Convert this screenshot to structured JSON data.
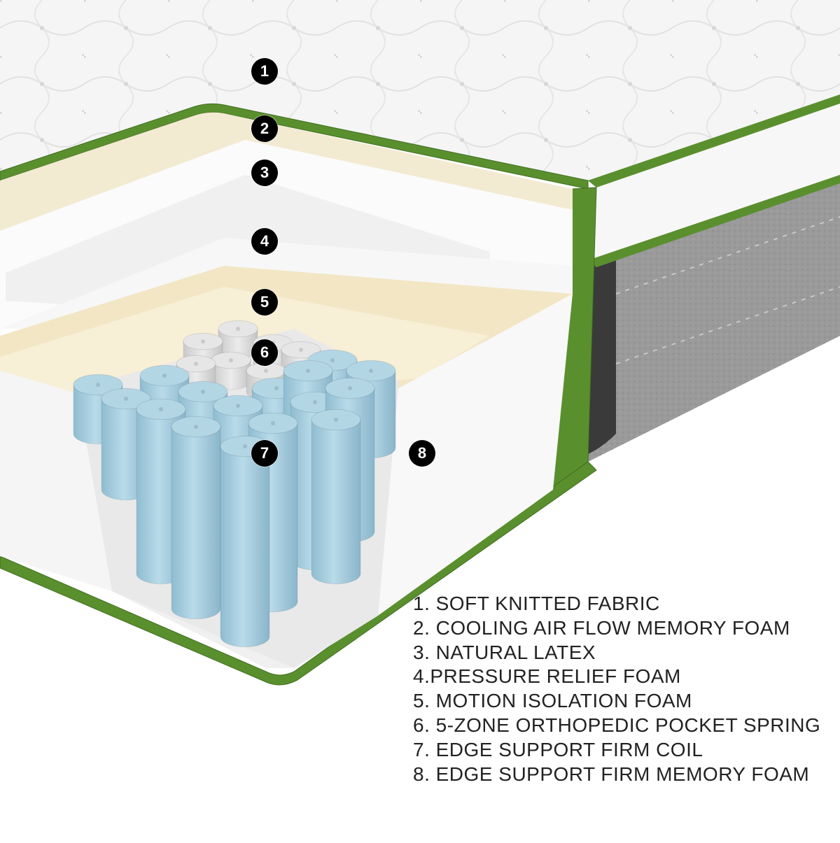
{
  "colors": {
    "trim_green": "#5a8f2e",
    "trim_green_dark": "#3f6e1f",
    "quilt_top": "#f4f4f4",
    "memory_foam": "#f3ead2",
    "latex": "#fbfbfb",
    "pressure_foam": "#f8f8f8",
    "motion_foam": "#f2e6c5",
    "pocket_spring_grey": "#dcdcdc",
    "edge_coil_blue": "#a9cfdf",
    "side_foam": "#f7f7f7",
    "side_fabric_grey": "#8f8f8f"
  },
  "markers": [
    {
      "id": "marker-1",
      "number": "1"
    },
    {
      "id": "marker-2",
      "number": "2"
    },
    {
      "id": "marker-3",
      "number": "3"
    },
    {
      "id": "marker-4",
      "number": "4"
    },
    {
      "id": "marker-5",
      "number": "5"
    },
    {
      "id": "marker-6",
      "number": "6"
    },
    {
      "id": "marker-7",
      "number": "7"
    },
    {
      "id": "marker-8",
      "number": "8"
    }
  ],
  "legend": [
    "1. SOFT KNITTED FABRIC",
    "2. COOLING AIR FLOW MEMORY FOAM",
    "3. NATURAL LATEX",
    "4.PRESSURE RELIEF FOAM",
    "5. MOTION ISOLATION FOAM",
    "6. 5-ZONE ORTHOPEDIC POCKET SPRING",
    "7. EDGE SUPPORT FIRM COIL",
    "8. EDGE SUPPORT FIRM MEMORY FOAM"
  ]
}
